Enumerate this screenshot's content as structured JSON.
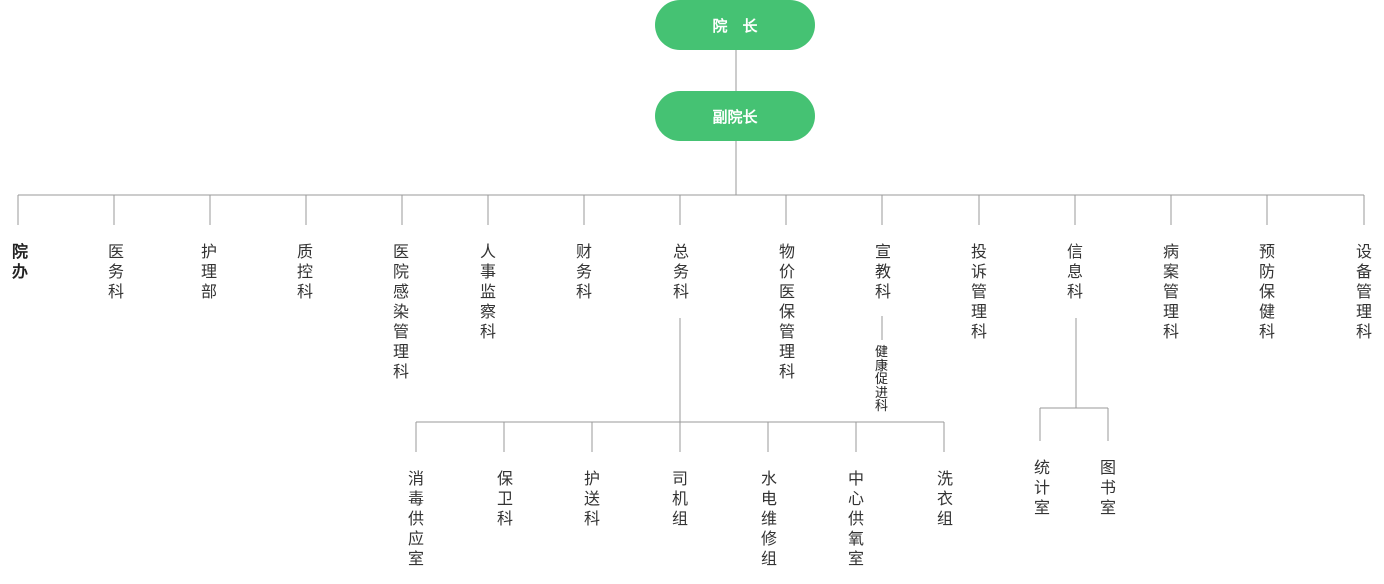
{
  "top": {
    "director": "院　长",
    "vice_director": "副院长"
  },
  "departments": [
    "院办",
    "医务科",
    "护理部",
    "质控科",
    "医院感染管理科",
    "人事监察科",
    "财务科",
    "总务科",
    "物价医保管理科",
    "宣教科",
    "投诉管理科",
    "信息科",
    "病案管理科",
    "预防保健科",
    "设备管理科"
  ],
  "sub_xuanjiao": "健康促进科",
  "zongwu_subunits": [
    "消毒供应室",
    "保卫科",
    "护送科",
    "司机组",
    "水电维修组",
    "中心供氧室",
    "洗衣组"
  ],
  "xinxi_subunits": [
    "统计室",
    "图书室"
  ],
  "colors": {
    "pill": "#45c273",
    "line": "#9a9a9a",
    "text": "#333333"
  }
}
